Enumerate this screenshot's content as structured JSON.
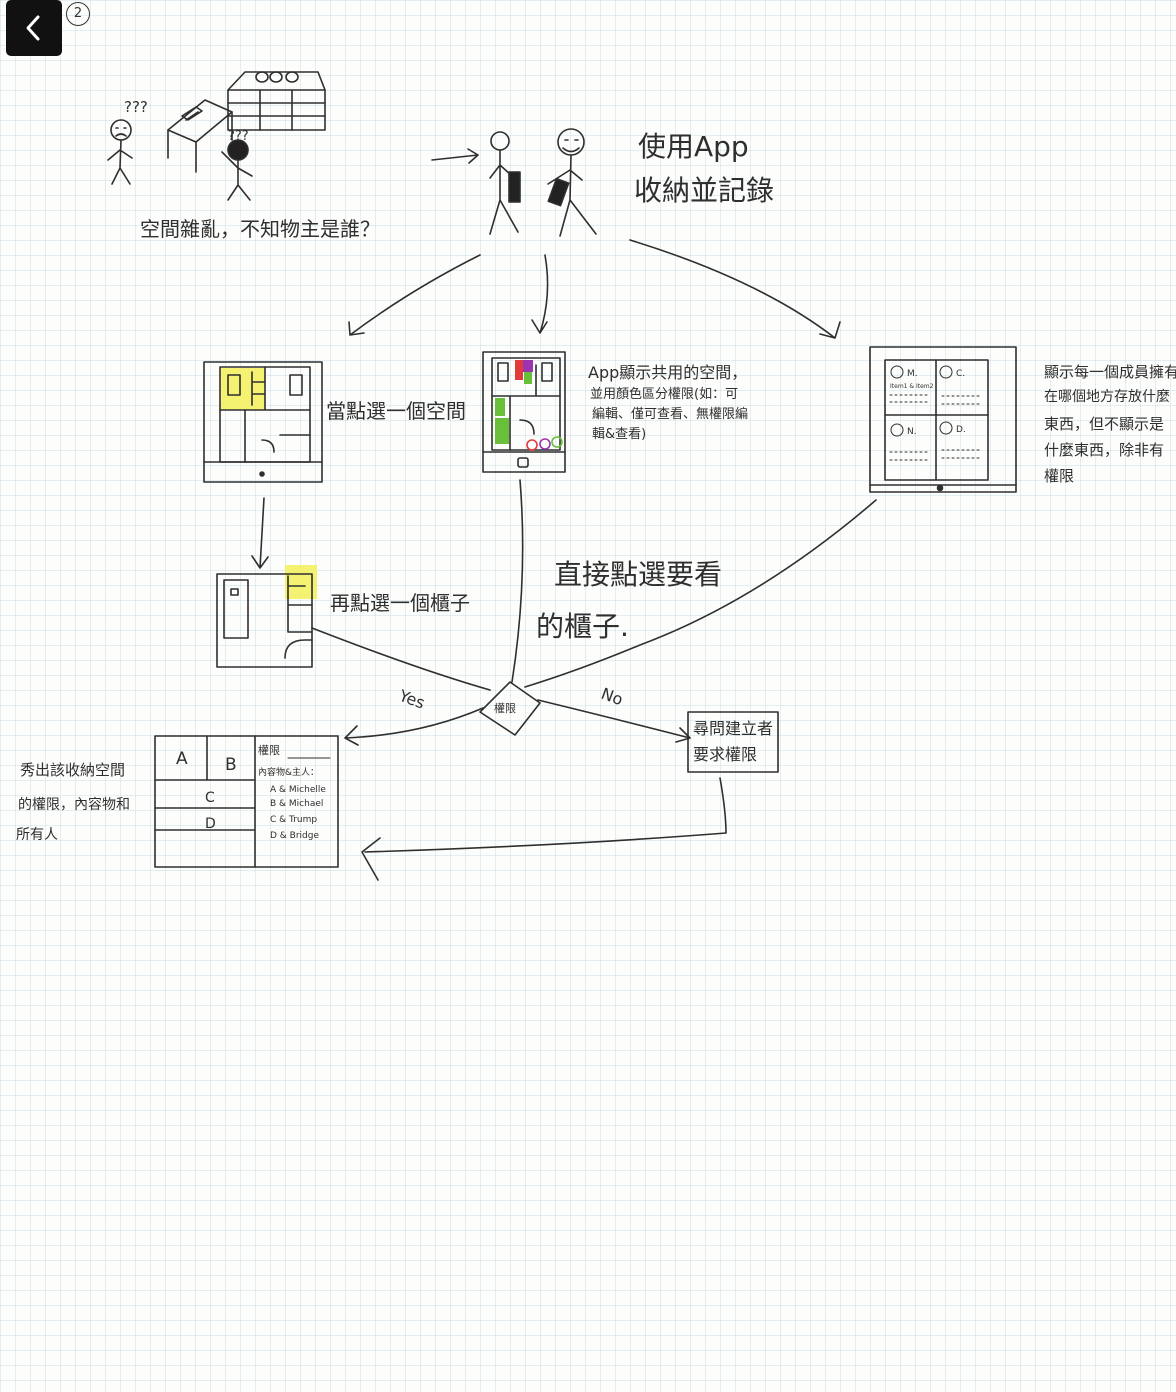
{
  "toolbar": {
    "back_icon": "chevron-left-icon"
  },
  "page_number": "2",
  "sketch_marks": {
    "confused_question": "???",
    "confused_question_2": "???"
  },
  "notes": {
    "messy_space": "空間雜亂，不知物主是誰？",
    "use_app": [
      "使用App",
      "收納並記錄"
    ],
    "tap_space": "當點選一個空間",
    "app_shows": [
      "App顯示共用的空間，",
      "並用顏色區分權限(如：可",
      "編輯、僅可查看、無權限編",
      "輯&查看)"
    ],
    "each_person": [
      "顯示每一個成員擁有",
      "在哪個地方存放什麼",
      "東西，但不顯示是",
      "什麼東西，除非有",
      "權限"
    ],
    "tap_cabinet": "再點選一個櫃子",
    "direct_select": [
      "直接點選要看",
      "的櫃子."
    ],
    "decision": "權限",
    "yes": "Yes",
    "no": "No",
    "request": [
      "尋問建立者",
      "要求權限"
    ],
    "show_result": [
      "秀出該收納空間",
      "的權限，內容物和",
      "所有人"
    ]
  },
  "card_sections": [
    "A",
    "B",
    "C",
    "D"
  ],
  "permission_card": {
    "title": "權限",
    "subtitle": "內容物&主人：",
    "rows": [
      "A  & Michelle",
      "B  & Michael",
      "C  & Trump",
      "D  & Bridge"
    ]
  },
  "member_initials": [
    "M.",
    "C.",
    "N.",
    "D."
  ],
  "member_caption": "Item1 & Item2",
  "colors": {
    "ink": "#2f2f2f",
    "highlight": "#f4f163",
    "red": "#e23a3a",
    "purple": "#9b34b0",
    "green": "#6abf3a"
  }
}
